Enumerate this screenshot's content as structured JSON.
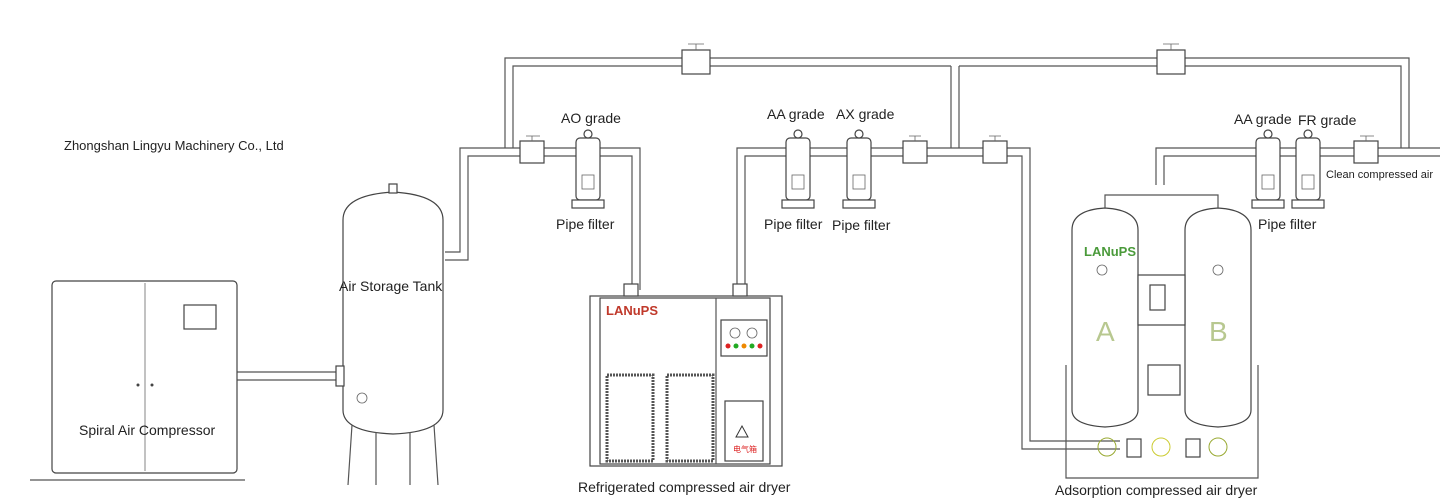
{
  "company": "Zhongshan Lingyu Machinery Co., Ltd",
  "equipment": {
    "compressor": "Spiral Air Compressor",
    "tank": "Air Storage Tank",
    "refrigerated_dryer": "Refrigerated compressed air dryer",
    "adsorption_dryer": "Adsorption compressed air dryer"
  },
  "filters": [
    {
      "grade": "AO grade",
      "label": "Pipe filter"
    },
    {
      "grade": "AA grade",
      "label": "Pipe filter"
    },
    {
      "grade": "AX grade",
      "label": "Pipe filter"
    },
    {
      "grade": "AA grade",
      "label": "Pipe filter"
    },
    {
      "grade": "FR grade"
    }
  ],
  "outlet": "Clean compressed air",
  "brand": "LANuPS",
  "tower_labels": [
    "A",
    "B"
  ],
  "electrical_box": "电气箱",
  "colors": {
    "brand_refrigerated": "#c0392b",
    "brand_adsorption": "#4a9a3a",
    "line": "#555555"
  }
}
